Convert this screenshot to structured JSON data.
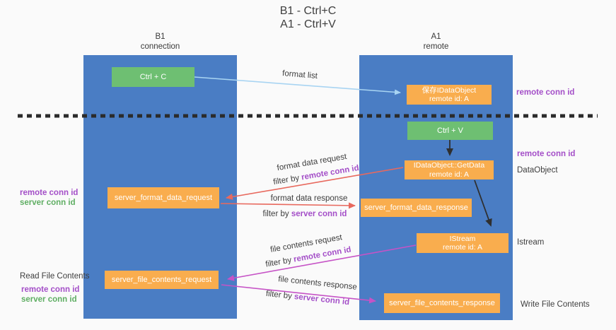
{
  "title": {
    "line1": "B1 - Ctrl+C",
    "line2": "A1 - Ctrl+V"
  },
  "lifelines": {
    "left": {
      "title": "B1",
      "subtitle": "connection"
    },
    "right": {
      "title": "A1",
      "subtitle": "remote"
    }
  },
  "nodes": {
    "ctrl_c": {
      "label": "Ctrl + C"
    },
    "save_idataobject": {
      "line1": "保存IDataObject",
      "line2": "remote id: A"
    },
    "ctrl_v": {
      "label": "Ctrl + V"
    },
    "getdata": {
      "line1": "IDataObject::GetData",
      "line2": "remote id: A"
    },
    "istream": {
      "line1": "IStream",
      "line2": "remote id: A"
    },
    "format_request": {
      "label": "server_format_data_request"
    },
    "format_response": {
      "label": "server_format_data_response"
    },
    "file_request": {
      "label": "server_file_contents_request"
    },
    "file_response": {
      "label": "server_file_contents_response"
    }
  },
  "edges": {
    "format_list": {
      "label": "format list"
    },
    "format_data_request": {
      "label": "format data request",
      "filter_prefix": "filter by ",
      "filter_key": "remote conn id"
    },
    "format_data_response": {
      "label": "format data response",
      "filter_prefix": "filter by ",
      "filter_key": "server conn id"
    },
    "file_contents_request": {
      "label": "file contents request",
      "filter_prefix": "filter by ",
      "filter_key": "remote conn id"
    },
    "file_contents_response": {
      "label": "file contents response",
      "filter_prefix": "filter by ",
      "filter_key": "server conn id"
    }
  },
  "annotations": {
    "right_top_remote_conn_id": "remote conn id",
    "right_mid_remote_conn_id": "remote conn id",
    "dataobject": "DataObject",
    "istream": "Istream",
    "write_file_contents": "Write File Contents",
    "read_file_contents": "Read File Contents",
    "left1_remote_conn_id": "remote conn id",
    "left1_server_conn_id": "server conn id",
    "left2_remote_conn_id": "remote conn id",
    "left2_server_conn_id": "server conn id"
  },
  "colors": {
    "lifeline_blue": "#4a7dc4",
    "node_orange": "#f9ad4e",
    "node_green": "#6ebf72",
    "arrow_red": "#e8695e",
    "arrow_magenta": "#c653c6",
    "arrow_blue": "#a8d4f2",
    "arrow_black": "#2f2f2f",
    "text_purple": "#a44fc8",
    "text_green": "#5fae63"
  }
}
